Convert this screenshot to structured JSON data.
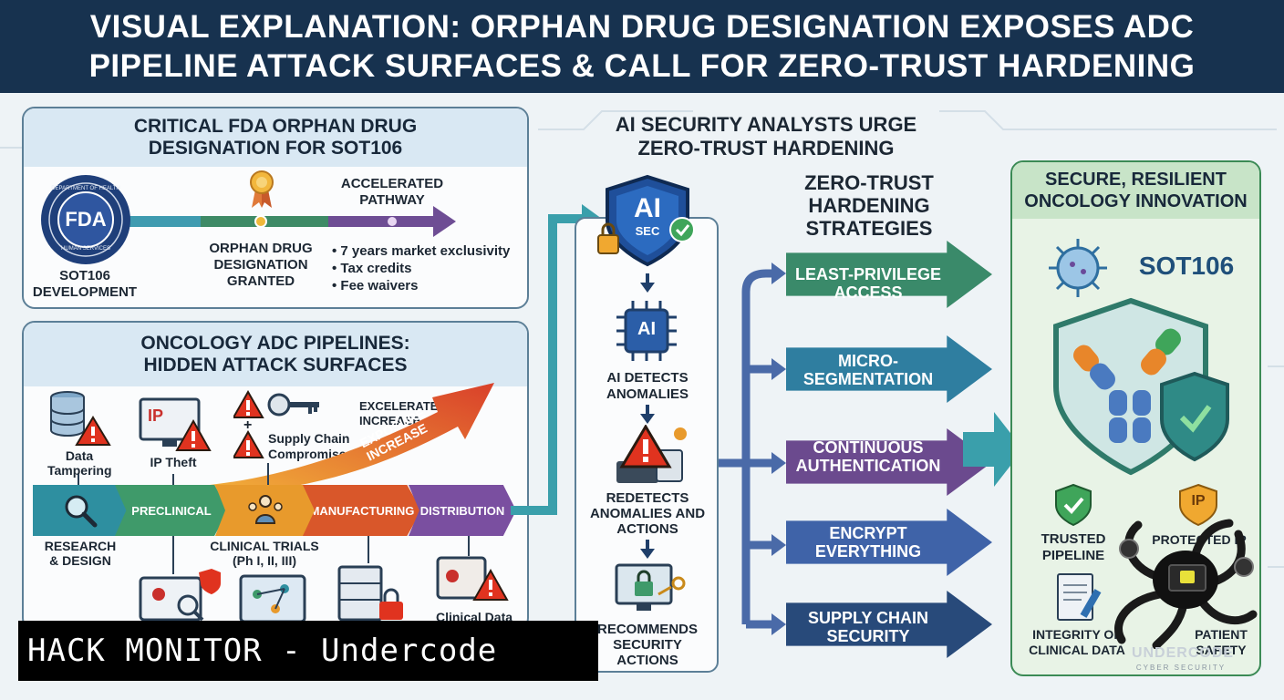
{
  "header": {
    "line1": "VISUAL EXPLANATION: ORPHAN DRUG DESIGNATION EXPOSES ADC",
    "line2": "PIPELINE ATTACK SURFACES & CALL FOR ZERO-TRUST HARDENING"
  },
  "fda_panel": {
    "title_line1": "CRITICAL FDA ORPHAN DRUG",
    "title_line2": "DESIGNATION FOR SOT106",
    "seal_text": "FDA",
    "seal_ring_top": "DEPARTMENT OF HEALTH",
    "seal_ring_bottom": "HUMAN SERVICES",
    "development_line1": "SOT106",
    "development_line2": "DEVELOPMENT",
    "designation_line1": "ORPHAN DRUG",
    "designation_line2": "DESIGNATION",
    "designation_line3": "GRANTED",
    "pathway_line1": "ACCELERATED",
    "pathway_line2": "PATHWAY",
    "benefits": [
      "7 years market exclusivity",
      "Tax credits",
      "Fee waivers"
    ]
  },
  "adc_panel": {
    "title_line1": "ONCOLOGY ADC PIPELINES:",
    "title_line2": "HIDDEN ATTACK SURFACES",
    "threat_data_line1": "Data",
    "threat_data_line2": "Tampering",
    "threat_ip": "IP Theft",
    "ip_screen_text": "IP",
    "threat_supply_line1": "Supply Chain",
    "threat_supply_line2": "Compromise",
    "plus_sign": "+",
    "excelerate_line1": "EXCELERATE",
    "excelerate_line2": "INCREASE",
    "exposure_label": "EXPOSURE INCREASE",
    "stages": [
      "RESEARCH",
      "PRECLINICAL",
      "",
      "MANUFACTURING",
      "DISTRIBUTION"
    ],
    "research_line1": "RESEARCH",
    "research_line2": "& DESIGN",
    "clinical_line1": "CLINICAL TRIALS",
    "clinical_line2": "(Ph I, II, III)",
    "clinical_data": "Clinical Data"
  },
  "ai_panel": {
    "title_line1": "AI SECURITY ANALYSTS URGE",
    "title_line2": "ZERO-TRUST HARDENING",
    "shield_line1": "AI",
    "shield_line2": "SEC",
    "chip_text": "AI",
    "detects_line1": "AI DETECTS",
    "detects_line2": "ANOMALIES",
    "redetects_line1": "REDETECTS",
    "redetects_line2": "ANOMALIES AND",
    "redetects_line3": "ACTIONS",
    "recommends_line1": "RECOMMENDS",
    "recommends_line2": "SECURITY",
    "recommends_line3": "ACTIONS"
  },
  "strategies": {
    "title_line1": "ZERO-TRUST",
    "title_line2": "HARDENING",
    "title_line3": "STRATEGIES",
    "items": [
      {
        "line1": "LEAST-PRIVILEGE",
        "line2": "ACCESS",
        "color": "#3a8a6a"
      },
      {
        "line1": "MICRO-",
        "line2": "SEGMENTATION",
        "color": "#2f7ea0"
      },
      {
        "line1": "CONTINUOUS",
        "line2": "AUTHENTICATION",
        "color": "#6b4a8e"
      },
      {
        "line1": "ENCRYPT",
        "line2": "EVERYTHING",
        "color": "#3f63a8"
      },
      {
        "line1": "SUPPLY CHAIN",
        "line2": "SECURITY",
        "color": "#284a7a"
      }
    ]
  },
  "secure_panel": {
    "title_line1": "SECURE, RESILIENT",
    "title_line2": "ONCOLOGY INNOVATION",
    "product": "SOT106",
    "trusted_line1": "TRUSTED",
    "trusted_line2": "PIPELINE",
    "protected_ip_partial": "PROTECTED IP",
    "ip_badge": "IP",
    "integrity_line1": "INTEGRITY OF",
    "integrity_line2": "CLINICAL DATA",
    "patient_line1": "PATIENT",
    "patient_line2": "SAFETY"
  },
  "watermark": {
    "text": "HACK MONITOR - Undercode",
    "logo_text": "UNDERCODE",
    "logo_sub": "CYBER SECURITY"
  },
  "colors": {
    "header_bg": "#17324f",
    "panel_border": "#5c7f97",
    "teal": "#2e8fa0",
    "green": "#3b8a55",
    "purple": "#6b4a8e",
    "orange": "#e2791e",
    "warning": "#e0331f"
  }
}
